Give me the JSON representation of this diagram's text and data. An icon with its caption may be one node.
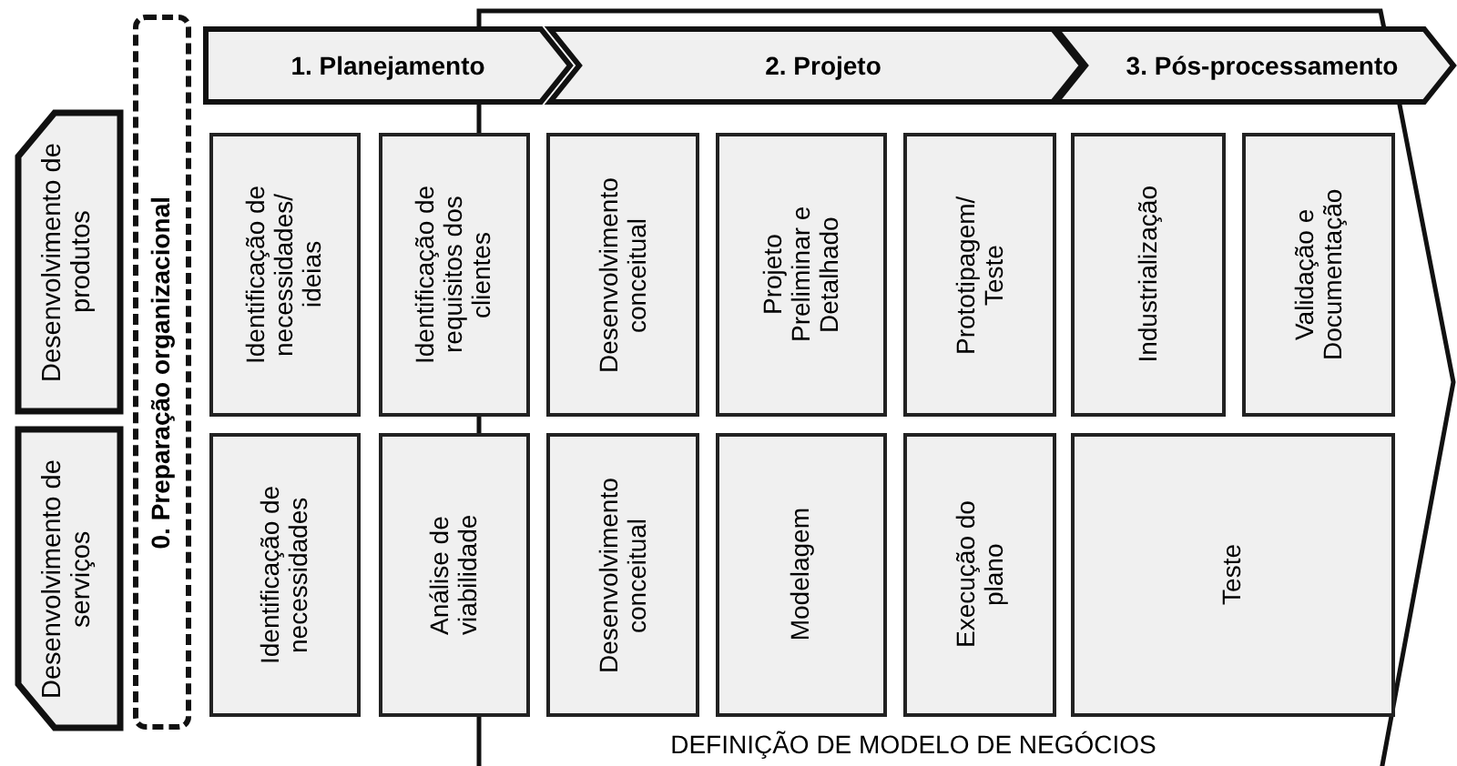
{
  "diagram": {
    "nodes": [
      {
        "text": [
          "0. Preparação organizacional"
        ]
      },
      {
        "text": [
          "1. Planejamento"
        ]
      },
      {
        "text": [
          "2. Projeto"
        ],
        "in": 6
      },
      {
        "text": [
          "3. Pós-processamento"
        ],
        "in": 6
      },
      {
        "text": [
          "Desenvolvimento de produtos"
        ]
      },
      {
        "text": [
          "Desenvolvimento de serviços"
        ]
      },
      {
        "text": [
          "DEFINIÇÃO DE MODELO DE NEGÓCIOS"
        ]
      },
      {
        "text": [
          "Identificação de necessidades/ ideias"
        ]
      },
      {
        "text": [
          "Identificação de requisitos dos clientes"
        ]
      },
      {
        "text": [
          "Desenvolvimento conceitual"
        ],
        "in": 6
      },
      {
        "text": [
          "Projeto Preliminar e Detalhado"
        ],
        "in": 6
      },
      {
        "text": [
          "Prototipagem/ Teste"
        ],
        "in": 6
      },
      {
        "text": [
          "Industrialização"
        ],
        "in": 6
      },
      {
        "text": [
          "Validação e Documentação"
        ],
        "in": 6
      },
      {
        "text": [
          "Identificação de necessidades"
        ]
      },
      {
        "text": [
          "Análise de viabilidade"
        ]
      },
      {
        "text": [
          "Desenvolvimento conceitual"
        ],
        "in": 6
      },
      {
        "text": [
          "Modelagem"
        ],
        "in": 6
      },
      {
        "text": [
          "Execução do plano"
        ],
        "in": 6
      },
      {
        "text": [
          "Teste"
        ],
        "in": 6
      }
    ],
    "edges": []
  }
}
